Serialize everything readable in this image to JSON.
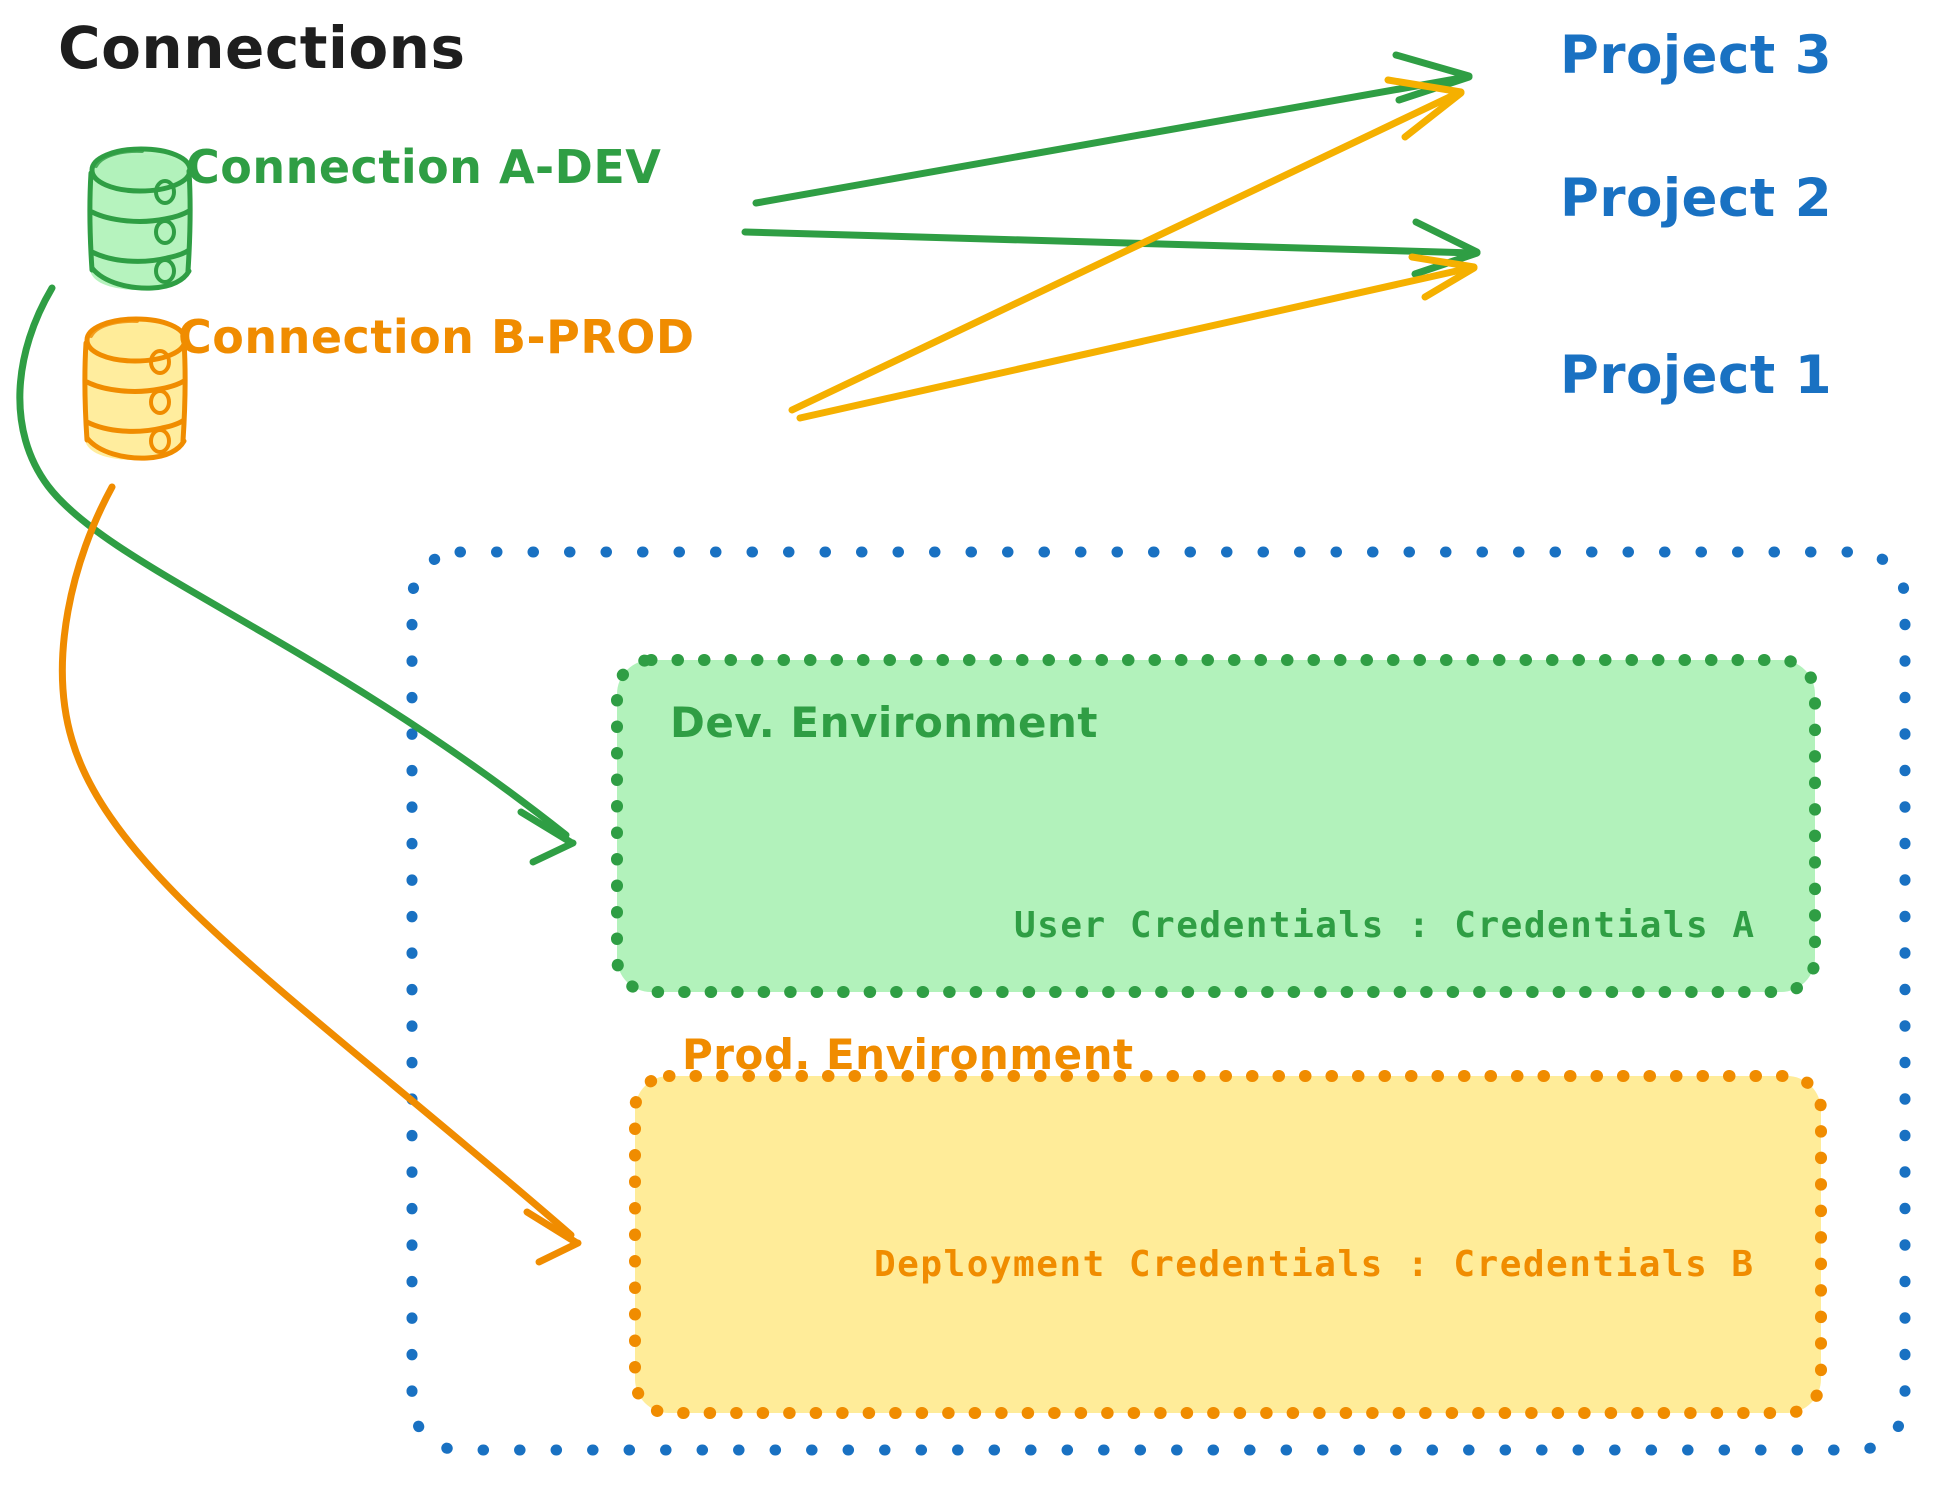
{
  "diagram": {
    "title": "Connections",
    "background": "#ffffff",
    "colors": {
      "green_stroke": "#2f9e44",
      "green_fill": "#b2f2bb",
      "orange_stroke": "#f08c00",
      "orange_fill": "#ffec99",
      "blue_stroke": "#1971c2",
      "black_text": "#1e1e1e",
      "arrow_green": "#2f9e44",
      "arrow_orange": "#f5b000"
    }
  },
  "connections": [
    {
      "id": "connection-a",
      "label": "Connection A-DEV",
      "icon": "database-icon",
      "color": "#2f9e44",
      "targets": [
        "Project 3",
        "Project 2",
        "Dev. Environment"
      ]
    },
    {
      "id": "connection-b",
      "label": "Connection B-PROD",
      "icon": "database-icon",
      "color": "#f08c00",
      "targets": [
        "Project 3",
        "Project 2",
        "Prod. Environment"
      ]
    }
  ],
  "projects": [
    {
      "id": "project-3",
      "label": "Project 3"
    },
    {
      "id": "project-2",
      "label": "Project 2"
    },
    {
      "id": "project-1",
      "label": "Project 1"
    }
  ],
  "project_1": {
    "label": "Project 1",
    "environments": [
      {
        "id": "dev-environment",
        "label": "Dev. Environment",
        "credentials_label": "User Credentials : Credentials A",
        "color": "#2f9e44",
        "fill": "#b2f2bb"
      },
      {
        "id": "prod-environment",
        "label": "Prod. Environment",
        "credentials_label": "Deployment Credentials : Credentials B",
        "color": "#f08c00",
        "fill": "#ffec99"
      }
    ]
  }
}
